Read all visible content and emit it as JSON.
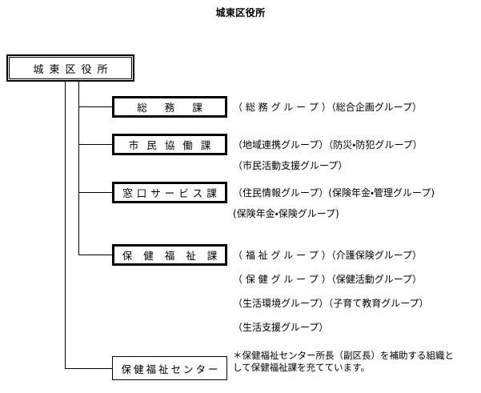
{
  "document": {
    "title": "城東区役所"
  },
  "org_chart": {
    "root": {
      "label": "城東区役所"
    },
    "departments": [
      {
        "name": "総務課",
        "groups": [
          "（ 総 務 グ ル ー プ ）（総合企画グループ）"
        ]
      },
      {
        "name": "市民協働課",
        "groups": [
          "（地域連携グループ）（防災・防犯グループ）",
          "（市民活動支援グループ）"
        ]
      },
      {
        "name": "窓口サービス課",
        "groups": [
          "（住民情報グループ）(保険年金・管理グループ)",
          "(保険年金・保険グループ)"
        ]
      },
      {
        "name": "保健福祉課",
        "groups": [
          "（ 福 祉 グ ル ー プ ）（介護保険グループ）",
          "（ 保 健 グ ル ー プ ）（保健活動グループ）",
          "（生活環境グループ）（子育て教育グループ）",
          "（生活支援グループ）"
        ]
      }
    ],
    "center": {
      "name": "保健福祉センター"
    },
    "footnote": {
      "line1": "＊保健福祉センター所長（副区長）を補助する組織と",
      "line2": "して保健福祉課を充てています。"
    }
  }
}
